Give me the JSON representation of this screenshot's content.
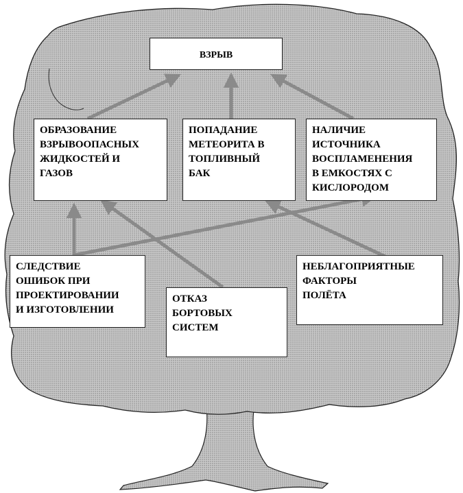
{
  "colors": {
    "canopy_fill": "#c8c8c8",
    "canopy_dots": "#7a7a7a",
    "arrow": "#8a8a8a",
    "box_border": "#222222",
    "box_fill": "#ffffff",
    "text": "#000000"
  },
  "nodes": {
    "root": "ВЗРЫВ",
    "formation": "ОБРАЗОВАНИЕ\nВЗРЫВООПАСНЫХ\nЖИДКОСТЕЙ И\nГАЗОВ",
    "meteorite": "ПОПАДАНИЕ\nМЕТЕОРИТА В\nТОПЛИВНЫЙ\nБАК",
    "ignition": "НАЛИЧИЕ\nИСТОЧНИКА\nВОСПЛАМЕНЕНИЯ\nВ ЕМКОСТЯХ С\nКИСЛОРОДОМ",
    "design_errors": "СЛЕДСТВИЕ\nОШИБОК ПРИ\nПРОЕКТИРОВАНИИ\nИ ИЗГОТОВЛЕНИИ",
    "onboard_failure": "ОТКАЗ\nБОРТОВЫХ\nСИСТЕМ",
    "flight_factors": "НЕБЛАГОПРИЯТНЫЕ\nФАКТОРЫ\nПОЛЁТА"
  },
  "edges": [
    {
      "from": "formation",
      "to": "root"
    },
    {
      "from": "meteorite",
      "to": "root"
    },
    {
      "from": "ignition",
      "to": "root"
    },
    {
      "from": "design_errors",
      "to": "formation"
    },
    {
      "from": "design_errors",
      "to": "ignition"
    },
    {
      "from": "onboard_failure",
      "to": "formation"
    },
    {
      "from": "flight_factors",
      "to": "meteorite"
    }
  ]
}
